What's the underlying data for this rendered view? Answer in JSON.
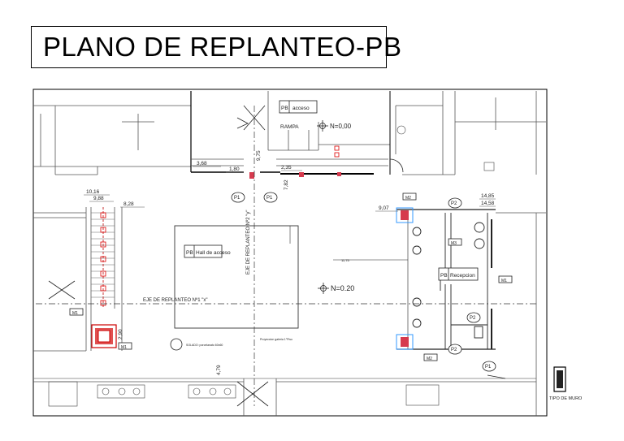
{
  "title": "PLANO DE REPLANTEO-PB",
  "labels": {
    "pb": "PB",
    "acceso": "acceso",
    "rampa": "RAMPA",
    "hall": "Hall de acceso",
    "recepcion": "Recepcion",
    "eje_x": "EJE DE REPLANTEO Nº1 \"x\"",
    "eje_y": "EJE DE REPLANTEO Nº2 \"y\"",
    "level_0": "N=0,00",
    "level_1": "N=0.20",
    "solado": "SOLADO: porcelanato 60x60",
    "proyeccion": "Proyeccion galeria 1°Piso",
    "muro": "TIPO DE MURO"
  },
  "dimensions": [
    "3,68",
    "1,80",
    "9,75",
    "2,35",
    "7,82",
    "10,16",
    "9,88",
    "8,28",
    "9,07",
    "14,85",
    "14,58",
    "2,90",
    "4,79",
    "11,75"
  ],
  "tags": {
    "p1": "P1",
    "p2": "P2",
    "m1": "M1",
    "m2": "M2",
    "m3": "M3"
  }
}
